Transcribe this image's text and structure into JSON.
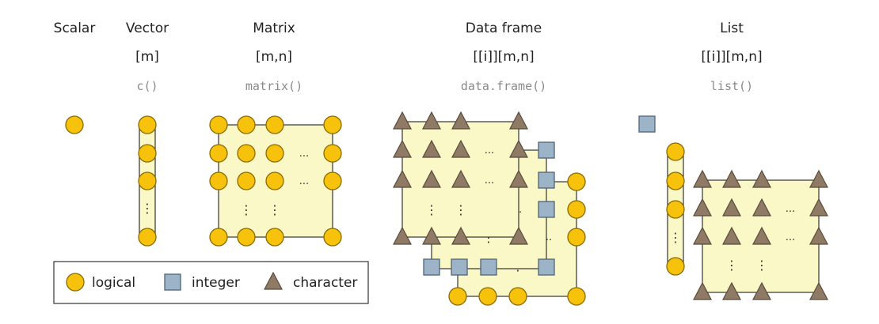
{
  "columns": {
    "scalar": {
      "title": "Scalar"
    },
    "vector": {
      "title": "Vector",
      "index": "[m]",
      "func": "c()"
    },
    "matrix": {
      "title": "Matrix",
      "index": "[m,n]",
      "func": "matrix()"
    },
    "dataframe": {
      "title": "Data frame",
      "index": "[[i]][m,n]",
      "func": "data.frame()"
    },
    "list": {
      "title": "List",
      "index": "[[i]][m,n]",
      "func": "list()"
    }
  },
  "legend": {
    "logical": "logical",
    "integer": "integer",
    "character": "character"
  },
  "colors": {
    "logical_fill": "#f7c20c",
    "logical_stroke": "#8a6a00",
    "integer_fill": "#9db4c8",
    "integer_stroke": "#4f6477",
    "character_fill": "#8f7a66",
    "character_stroke": "#5a4a3a",
    "panel_fill": "#fbf8c8",
    "line": "#333333"
  },
  "glyphs": {
    "ellipsis": "...",
    "vdots": "⋮"
  }
}
